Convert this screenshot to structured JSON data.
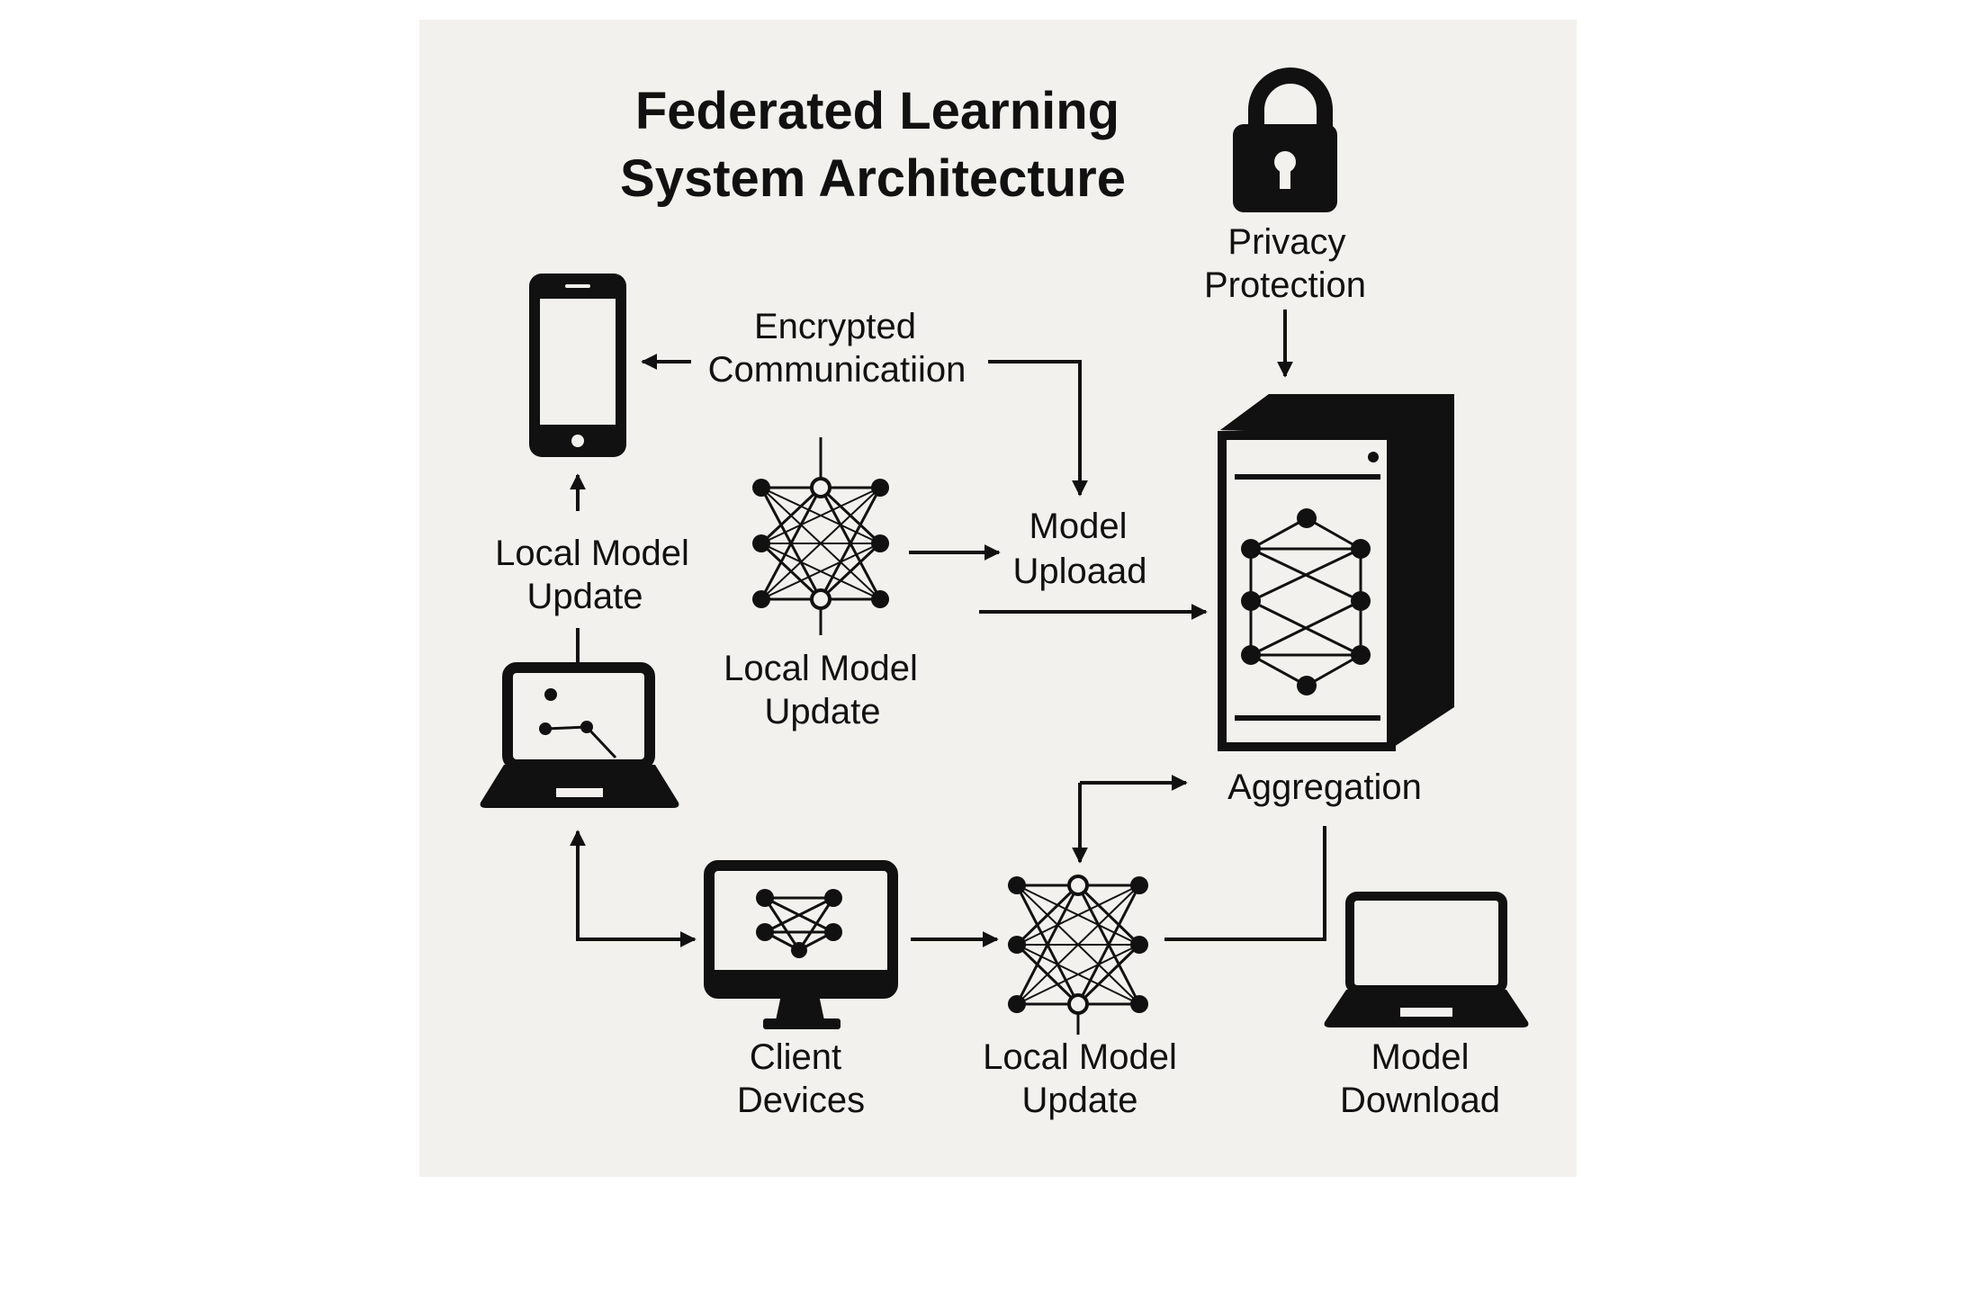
{
  "diagram": {
    "title_line1": "Federated Learning",
    "title_line2": "System Architecture",
    "privacy_line1": "Privacy",
    "privacy_line2": "Protection",
    "encrypted_line1": "Encrypted",
    "encrypted_line2": "Communicatiion",
    "left_update_line1": "Local Model",
    "left_update_line2": "Update",
    "center_update_line1": "Local Model",
    "center_update_line2": "Update",
    "upload_line1": "Model",
    "upload_line2": "Uploaad",
    "aggregation": "Aggregation",
    "client_line1": "Client",
    "client_line2": "Devices",
    "bottom_update_line1": "Local Model",
    "bottom_update_line2": "Update",
    "download_line1": "Model",
    "download_line2": "Download"
  },
  "colors": {
    "panel_background": "#f2f1ed",
    "ink": "#111111"
  },
  "icons": [
    "padlock-icon",
    "smartphone-icon",
    "laptop-icon",
    "server-icon",
    "desktop-monitor-icon",
    "neural-network-icon"
  ]
}
